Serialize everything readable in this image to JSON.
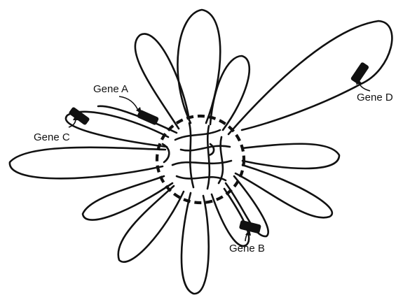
{
  "labels": {
    "gene_a": "Gene A",
    "gene_b": "Gene B",
    "gene_c": "Gene C",
    "gene_d": "Gene D"
  },
  "colors": {
    "ink": "#111111",
    "background": "#ffffff"
  }
}
